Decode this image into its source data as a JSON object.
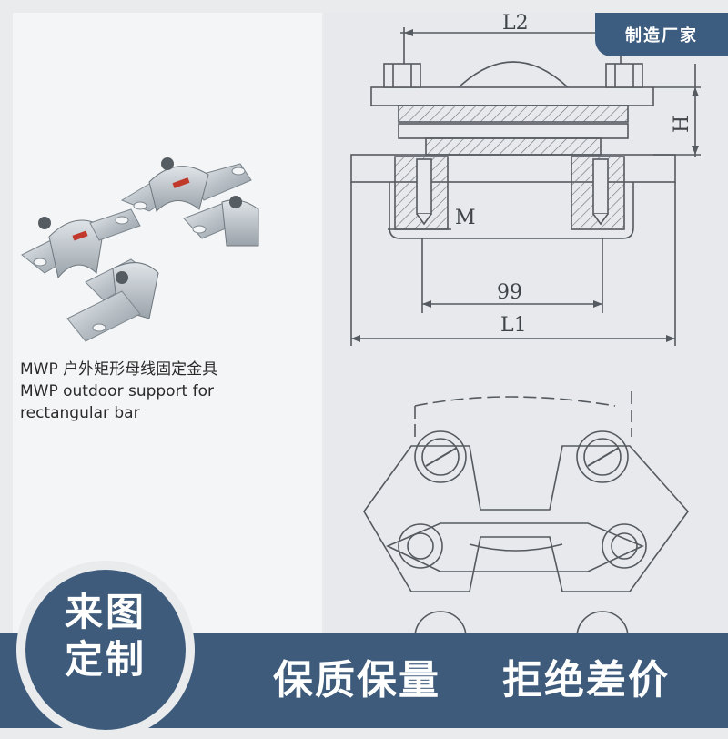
{
  "badge": {
    "label": "制造厂家"
  },
  "product": {
    "caption_cn": "MWP 户外矩形母线固定金具",
    "caption_en_line1": "MWP outdoor support for",
    "caption_en_line2": "rectangular bar"
  },
  "drawing": {
    "dimension_labels": {
      "L2": "L2",
      "H": "H",
      "M": "M",
      "d99": "99",
      "L1": "L1"
    }
  },
  "banner": {
    "circle_line1": "来图",
    "circle_line2": "定制",
    "slogan_left": "保质保量",
    "slogan_right": "拒绝差价"
  },
  "colors": {
    "banner_blue": "#3e5b7b",
    "badge_blue": "#3d5d80",
    "drawing_line": "#555a60"
  }
}
